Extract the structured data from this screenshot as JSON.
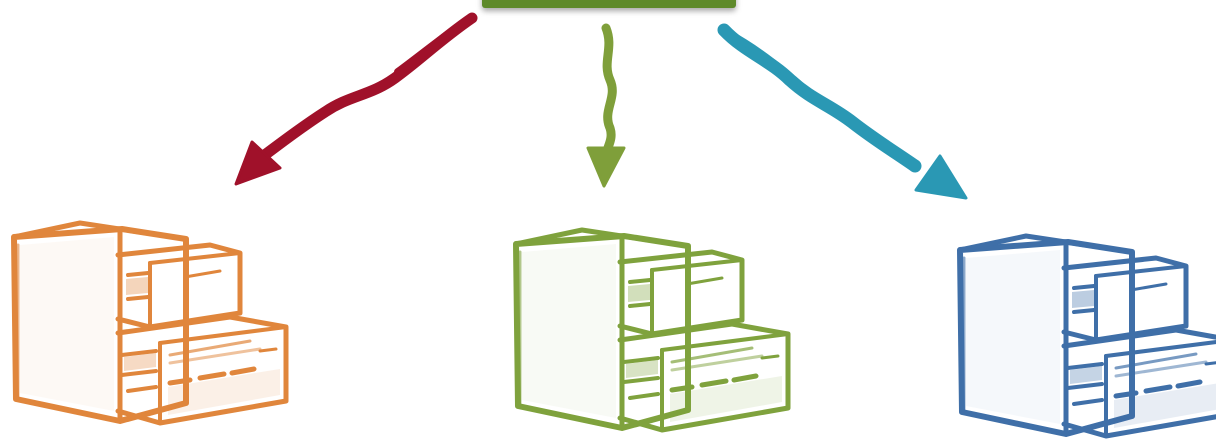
{
  "diagram": {
    "source": {
      "icon": "source-box",
      "color": "#5e8a2a"
    },
    "arrows": [
      {
        "icon": "arrow-left",
        "color": "#a0112a"
      },
      {
        "icon": "arrow-center",
        "color": "#7f9f3a"
      },
      {
        "icon": "arrow-right",
        "color": "#2a98b4"
      }
    ],
    "cabinets": [
      {
        "icon": "filing-cabinet-icon",
        "color": "#e0863c"
      },
      {
        "icon": "filing-cabinet-icon",
        "color": "#7fa23d"
      },
      {
        "icon": "filing-cabinet-icon",
        "color": "#3f6fa8"
      }
    ]
  }
}
